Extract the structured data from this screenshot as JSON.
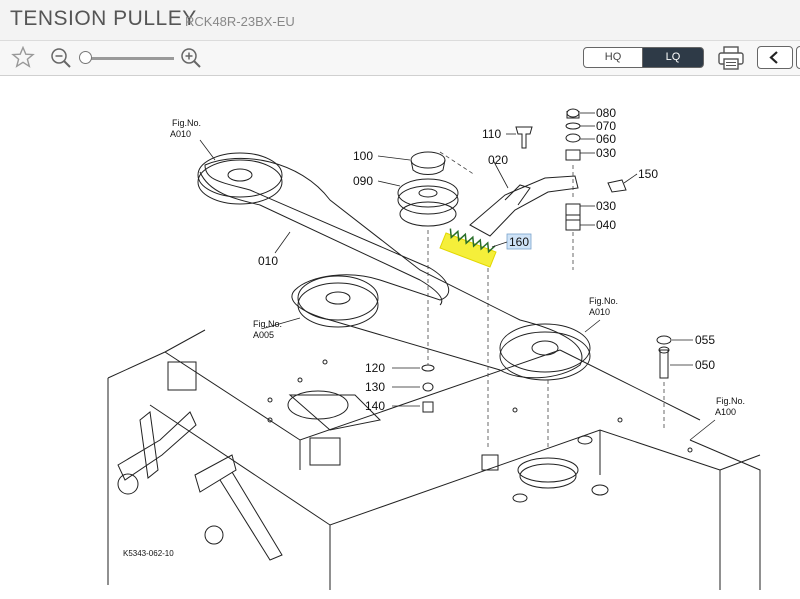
{
  "header": {
    "title": "TENSION PULLEY",
    "model": "RCK48R-23BX-EU"
  },
  "toolbar": {
    "favorite_icon": "star-icon",
    "zoom_out_icon": "zoom-out-icon",
    "zoom_in_icon": "zoom-in-icon",
    "quality_options": [
      "HQ",
      "LQ"
    ],
    "selected_quality": "LQ",
    "print_icon": "printer-icon",
    "back_icon": "chevron-left-icon"
  },
  "diagram": {
    "drawing_code": "K5343-062-10",
    "highlight_color": "#f5ef3a",
    "selected_label_color": "#cfe3f7",
    "parts": {
      "p080": "080",
      "p070": "070",
      "p060": "060",
      "p030a": "030",
      "p110": "110",
      "p020": "020",
      "p100": "100",
      "p090": "090",
      "p150": "150",
      "p030b": "030",
      "p040": "040",
      "p160": "160",
      "p010": "010",
      "p120": "120",
      "p130": "130",
      "p140": "140",
      "p055": "055",
      "p050": "050"
    },
    "fig_refs": {
      "a010_top": {
        "label": "Fig.No.",
        "code": "A010"
      },
      "a005": {
        "label": "Fig.No.",
        "code": "A005"
      },
      "a010_right": {
        "label": "Fig.No.",
        "code": "A010"
      },
      "a100": {
        "label": "Fig.No.",
        "code": "A100"
      }
    }
  }
}
